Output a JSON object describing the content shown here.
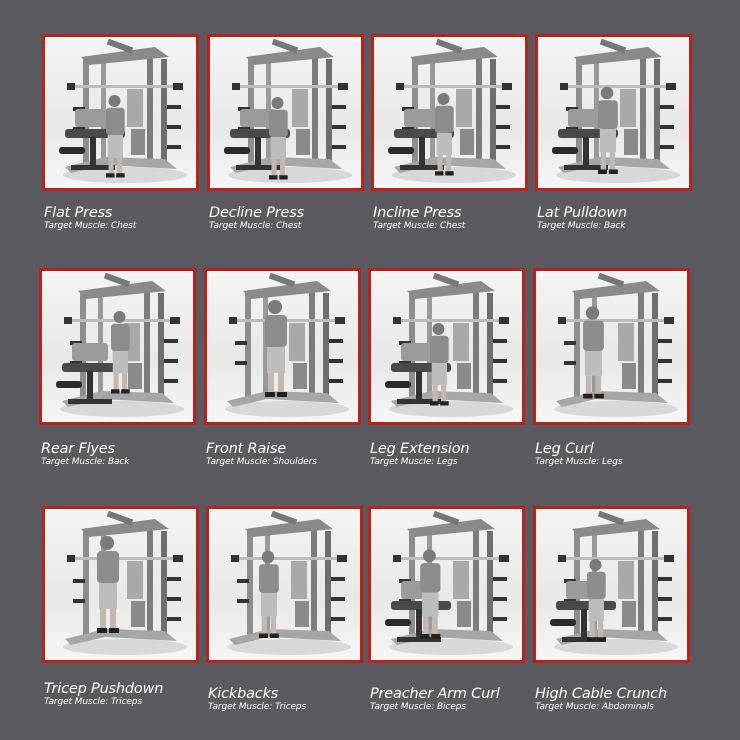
{
  "page": {
    "background_color": "#5b5a60",
    "frame_border_color": "#b8231c",
    "text_color": "#ffffff"
  },
  "exercises": [
    {
      "name": "Flat Press",
      "target": "Target Muscle: Chest",
      "image": "flat-press-photo"
    },
    {
      "name": "Decline Press",
      "target": "Target Muscle: Chest",
      "image": "decline-press-photo"
    },
    {
      "name": "Incline Press",
      "target": "Target Muscle: Chest",
      "image": "incline-press-photo"
    },
    {
      "name": "Lat Pulldown",
      "target": "Target Muscle: Back",
      "image": "lat-pulldown-photo"
    },
    {
      "name": "Rear Flyes",
      "target": "Target Muscle: Back",
      "image": "rear-flyes-photo"
    },
    {
      "name": "Front Raise",
      "target": "Target Muscle: Shoulders",
      "image": "front-raise-photo"
    },
    {
      "name": "Leg Extension",
      "target": "Target Muscle: Legs",
      "image": "leg-extension-photo"
    },
    {
      "name": "Leg Curl",
      "target": "Target Muscle: Legs",
      "image": "leg-curl-photo"
    },
    {
      "name": "Tricep Pushdown",
      "target": "Target Muscle: Triceps",
      "image": "tricep-pushdown-photo"
    },
    {
      "name": "Kickbacks",
      "target": "Target Muscle: Triceps",
      "image": "kickbacks-photo"
    },
    {
      "name": "Preacher Arm Curl",
      "target": "Target Muscle: Biceps",
      "image": "preacher-arm-curl-photo"
    },
    {
      "name": "High Cable Crunch",
      "target": "Target Muscle: Abdominals",
      "image": "high-cable-crunch-photo"
    }
  ]
}
